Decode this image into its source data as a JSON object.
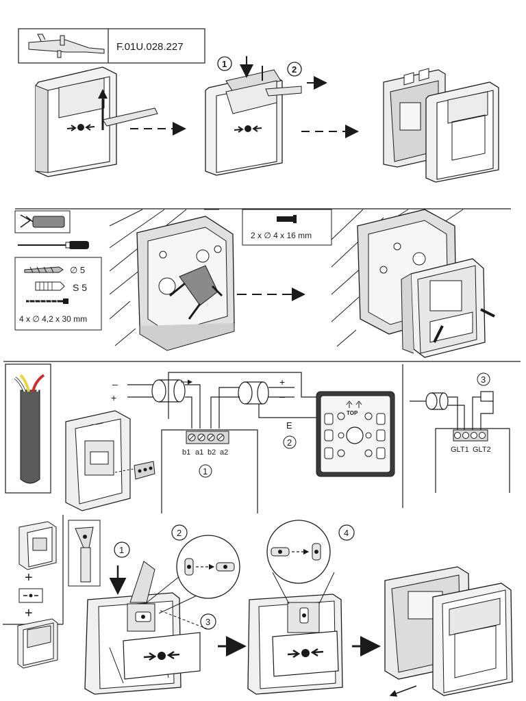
{
  "part_number": "F.01U.028.227",
  "section1": {
    "step1": "1",
    "step2": "2"
  },
  "section2": {
    "screw_spec": "2 x  ∅ 4 x 16 mm",
    "drill_spec": "∅ 5",
    "plug_spec": "S 5",
    "wood_screw_spec": "4 x  ∅ 4,2 x 30 mm"
  },
  "section3": {
    "minus_left": "–",
    "plus_left": "+",
    "plus_right": "+",
    "minus_right": "–",
    "earth_label": "E",
    "earth_callout": "2",
    "terminals": [
      "b1",
      "a1",
      "b2",
      "a2"
    ],
    "terminal_callout": "1",
    "top_label": "TOP",
    "glt_terminals": [
      "GLT1",
      "GLT2"
    ],
    "glt_callout": "3"
  },
  "section4": {
    "callouts": [
      "1",
      "2",
      "3",
      "4"
    ],
    "plus1": "+",
    "plus2": "+"
  },
  "colors": {
    "line": "#1a1a1a",
    "panel": "#f2f2f2",
    "shade": "#cfcfcf",
    "cable_gray": "#6e6e6e",
    "wire_red": "#d22b2b",
    "wire_yellow": "#e8d43a",
    "wire_white": "#ffffff"
  }
}
